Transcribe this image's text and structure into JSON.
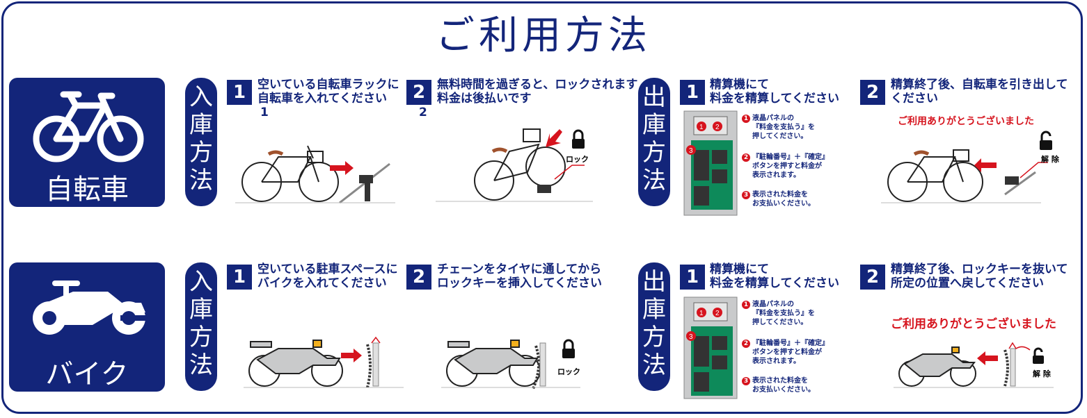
{
  "title": "ご利用方法",
  "colors": {
    "navy": "#13257a",
    "red": "#d6141e",
    "machine_green": "#0e8a5a",
    "machine_gray": "#c9cacb"
  },
  "bicycle": {
    "label": "自転車",
    "icon": "bicycle-icon",
    "entry": {
      "heading": [
        "入",
        "庫",
        "方",
        "法"
      ],
      "steps": [
        {
          "num": "1",
          "line1": "空いている自転車ラックに",
          "line2": "自転車を入れてください",
          "sub": "1"
        },
        {
          "num": "2",
          "line1": "無料時間を過ぎると、ロックされます",
          "line2": "料金は後払いです",
          "sub": "2",
          "lock_label": "ロック"
        }
      ]
    },
    "exit": {
      "heading": [
        "出",
        "庫",
        "方",
        "法"
      ],
      "steps": [
        {
          "num": "1",
          "line1": "精算機にて",
          "line2": "料金を精算してください",
          "notes": [
            {
              "num": "1",
              "lines": [
                "液晶パネルの",
                "『料金を支払う』を",
                "押してください。"
              ]
            },
            {
              "num": "2",
              "lines": [
                "『駐輪番号』＋『確定』",
                "ボタンを押すと料金が",
                "表示されます。"
              ]
            },
            {
              "num": "3",
              "lines": [
                "表示された料金を",
                "お支払いください。"
              ]
            }
          ]
        },
        {
          "num": "2",
          "line1": "精算終了後、自転車を引き出して",
          "line2": "ください",
          "thanks": "ご利用ありがとうございました",
          "unlock_label": "解 除"
        }
      ]
    }
  },
  "motorbike": {
    "label": "バイク",
    "icon": "motorbike-icon",
    "entry": {
      "heading": [
        "入",
        "庫",
        "方",
        "法"
      ],
      "steps": [
        {
          "num": "1",
          "line1": "空いている駐車スペースに",
          "line2": "バイクを入れてください"
        },
        {
          "num": "2",
          "line1": "チェーンをタイヤに通してから",
          "line2": "ロックキーを挿入してください",
          "lock_label": "ロック"
        }
      ]
    },
    "exit": {
      "heading": [
        "出",
        "庫",
        "方",
        "法"
      ],
      "steps": [
        {
          "num": "1",
          "line1": "精算機にて",
          "line2": "料金を精算してください",
          "notes": [
            {
              "num": "1",
              "lines": [
                "液晶パネルの",
                "『料金を支払う』を",
                "押してください。"
              ]
            },
            {
              "num": "2",
              "lines": [
                "『駐輪番号』＋『確定』",
                "ボタンを押すと料金が",
                "表示されます。"
              ]
            },
            {
              "num": "3",
              "lines": [
                "表示された料金を",
                "お支払いください。"
              ]
            }
          ]
        },
        {
          "num": "2",
          "line1": "精算終了後、ロックキーを抜いて",
          "line2": "所定の位置へ戻してください",
          "thanks": "ご利用ありがとうございました",
          "unlock_label": "解 除"
        }
      ]
    }
  }
}
